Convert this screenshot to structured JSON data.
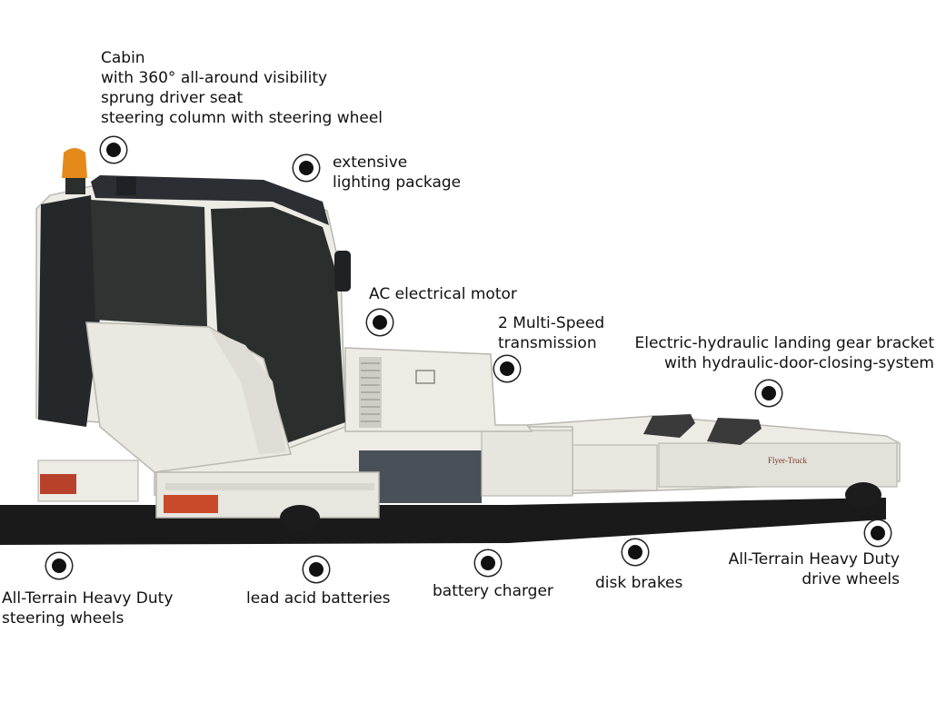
{
  "callouts": {
    "cabin": [
      "Cabin",
      "with 360° all-around visibility",
      "sprung driver seat",
      "steering column with steering wheel"
    ],
    "lighting": [
      "extensive",
      "lighting package"
    ],
    "motor": [
      "AC electrical motor"
    ],
    "transmission": [
      "2 Multi-Speed",
      "transmission"
    ],
    "landing_gear": [
      "Electric-hydraulic landing gear bracket",
      "with hydraulic-door-closing-system"
    ],
    "steering_wheels": [
      "All-Terrain Heavy Duty",
      "steering wheels"
    ],
    "batteries": [
      "lead acid batteries"
    ],
    "charger": [
      "battery charger"
    ],
    "brakes": [
      "disk brakes"
    ],
    "drive_wheels": [
      "All-Terrain Heavy Duty",
      "drive wheels"
    ]
  },
  "vehicle": {
    "brand_plate": "Flyer-Truck"
  },
  "colors": {
    "body": "#ecebe4",
    "shadow": "#d2d1c9",
    "glass": "#2a2e2c",
    "beacon": "#e58a1a",
    "tire": "#1c1c1c",
    "marker": "#111111"
  }
}
